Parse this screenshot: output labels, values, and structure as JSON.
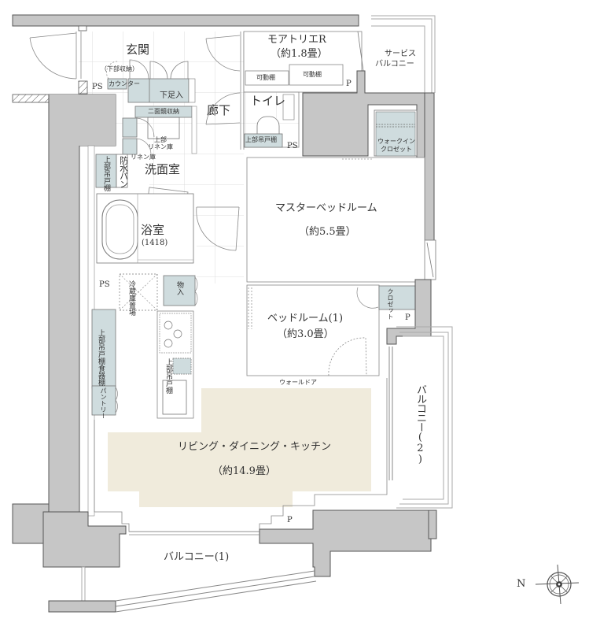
{
  "floor_plan": {
    "colors": {
      "wall": "#c6c6c6",
      "wall_stroke": "#555555",
      "storage": "#cfdcde",
      "ldk_fill": "#f0ebdc",
      "tile_grid": "#d8d8d8",
      "line": "#777777"
    },
    "rooms": {
      "entrance": {
        "label": "玄関"
      },
      "corridor": {
        "label": "廊下"
      },
      "moatelier": {
        "label": "モアトリエR",
        "area": "（約1.8畳）"
      },
      "service_balcony": {
        "label_line1": "サービス",
        "label_line2": "バルコニー"
      },
      "toilet": {
        "label": "トイレ"
      },
      "walk_in_closet": {
        "label_line1": "ウォークイン",
        "label_line2": "クロゼット"
      },
      "washroom": {
        "label": "洗面室"
      },
      "bathroom": {
        "label": "浴室",
        "size": "(1418)"
      },
      "master_bedroom": {
        "label": "マスターベッドルーム",
        "area": "（約5.5畳）"
      },
      "bedroom1": {
        "label": "ベッドルーム(1)",
        "area": "（約3.0畳）"
      },
      "ldk": {
        "label": "リビング・ダイニング・キッチン",
        "area": "（約14.9畳）"
      },
      "balcony1": {
        "label": "バルコニー(1)"
      },
      "balcony2": {
        "label": "バルコニー(2)"
      }
    },
    "fixtures": {
      "lower_storage": "（下部収納）",
      "counter": "カウンター",
      "shoe_cabinet": "下足入",
      "two_sided_mirror": "二面鏡収納",
      "upper_linen": "上部\nリネン庫",
      "linen": "リネン庫",
      "upper_cabinet_wash": "上部吊戸棚",
      "waterproof_pan": "防水パン",
      "movable_shelf_1": "可動棚",
      "movable_shelf_2": "可動棚",
      "upper_cabinet_toilet": "上部吊戸棚",
      "closet_br1": "クロゼット",
      "fridge": "冷蔵庫置場",
      "storage_kitchen": "物入",
      "upper_dish_cabinet": "上部吊戸棚食器棚",
      "upper_cabinet_kitchen": "上部吊戸棚",
      "pantry": "パントリー",
      "wall_door": "ウォールドア"
    },
    "markers": {
      "ps_entrance": "PS",
      "ps_toilet": "PS",
      "ps_kitchen": "PS",
      "p_moatelier": "P",
      "p_bedroom1": "P",
      "p_ldk": "P"
    },
    "compass": {
      "north_label": "N",
      "icon": "compass-rose-icon"
    }
  }
}
